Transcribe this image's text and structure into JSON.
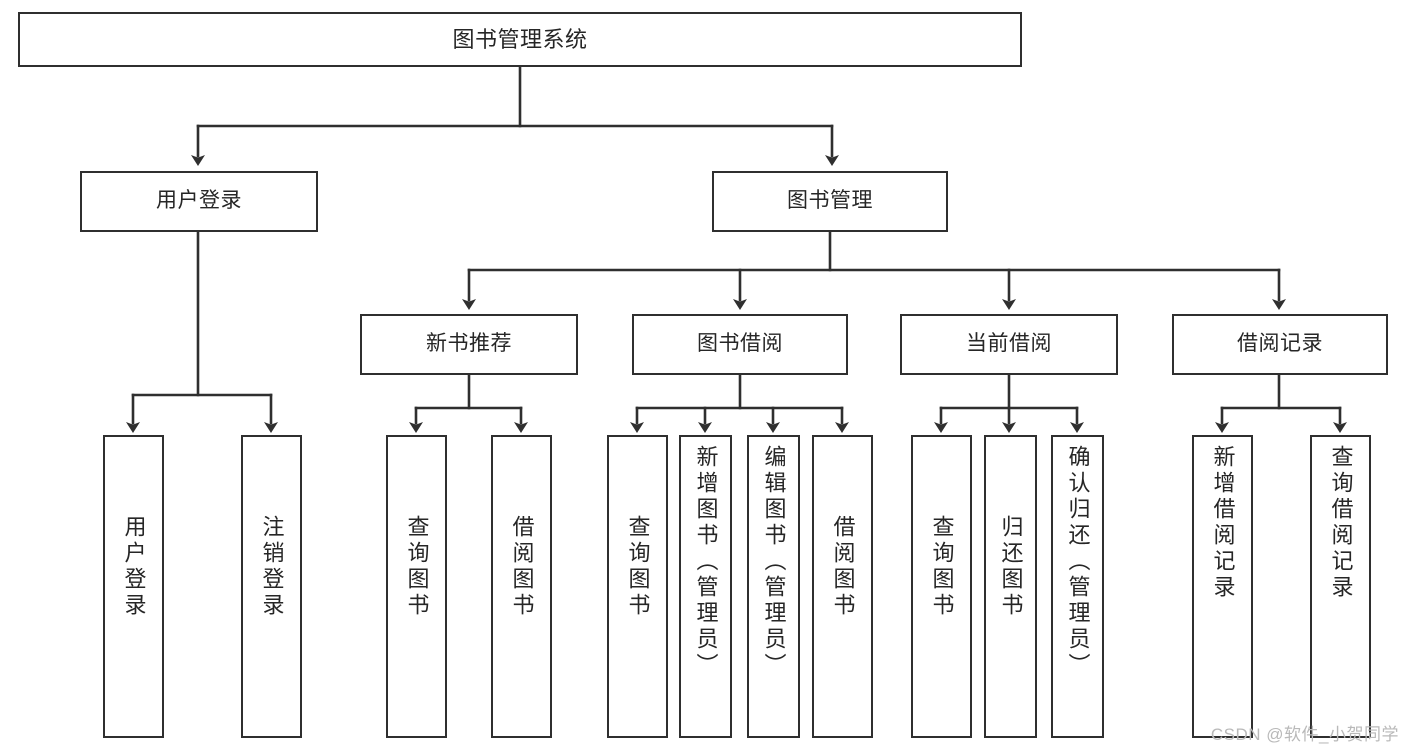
{
  "diagram": {
    "type": "tree",
    "title": "图书管理系统",
    "watermark": "CSDN @软件_小贺同学",
    "colors": {
      "background": "#ffffff",
      "box_border": "#2f2f2f",
      "box_fill": "#ffffff",
      "text": "#262626",
      "connector": "#2f2f2f",
      "watermark": "#b9b9b9"
    },
    "nodes": {
      "root": {
        "label": "图书管理系统"
      },
      "level1": [
        {
          "label": "用户登录"
        },
        {
          "label": "图书管理"
        }
      ],
      "level2": [
        {
          "label": "新书推荐"
        },
        {
          "label": "图书借阅"
        },
        {
          "label": "当前借阅"
        },
        {
          "label": "借阅记录"
        }
      ],
      "leaves": [
        {
          "label": "用户登录",
          "parent": "用户登录"
        },
        {
          "label": "注销登录",
          "parent": "用户登录"
        },
        {
          "label": "查询图书",
          "parent": "新书推荐"
        },
        {
          "label": "借阅图书",
          "parent": "新书推荐"
        },
        {
          "label": "查询图书",
          "parent": "图书借阅"
        },
        {
          "label": "新增图书（管理员）",
          "parent": "图书借阅"
        },
        {
          "label": "编辑图书（管理员）",
          "parent": "图书借阅"
        },
        {
          "label": "借阅图书",
          "parent": "图书借阅"
        },
        {
          "label": "查询图书",
          "parent": "当前借阅"
        },
        {
          "label": "归还图书",
          "parent": "当前借阅"
        },
        {
          "label": "确认归还（管理员）",
          "parent": "当前借阅"
        },
        {
          "label": "新增借阅记录",
          "parent": "借阅记录"
        },
        {
          "label": "查询借阅记录",
          "parent": "借阅记录"
        }
      ]
    }
  }
}
